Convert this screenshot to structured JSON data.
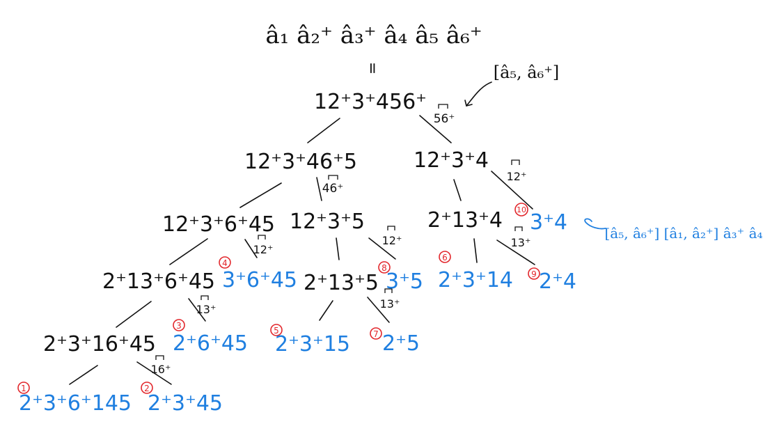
{
  "header": {
    "expression": "â₁ â₂⁺ â₃⁺ â₄ â₅ â₆⁺",
    "equals": "="
  },
  "top_annotation": "[â₅, â₆⁺]",
  "side_annotation": "[â₅, â₆⁺] [â₁, â₂⁺] â₃⁺ â₄",
  "nodes": {
    "root": "12⁺3⁺456⁺",
    "l1_left": "12⁺3⁺46⁺5",
    "l1_right": "12⁺3⁺4",
    "l2_a": "12⁺3⁺6⁺45",
    "l2_b": "12⁺3⁺5",
    "l2_c": "2⁺13⁺4",
    "l3_a": "2⁺13⁺6⁺45",
    "l3_b": "2⁺13⁺5",
    "l4_a": "2⁺3⁺16⁺45"
  },
  "contractions": {
    "c56": "56⁺",
    "c46": "46⁺",
    "c12a": "12⁺",
    "c12b": "12⁺",
    "c12c": "12⁺",
    "c13a": "13⁺",
    "c13b": "13⁺",
    "c13c": "13⁺",
    "c16": "16⁺"
  },
  "results": [
    {
      "num": "1",
      "text": "2⁺3⁺6⁺145"
    },
    {
      "num": "2",
      "text": "2⁺3⁺45"
    },
    {
      "num": "3",
      "text": "2⁺6⁺45"
    },
    {
      "num": "4",
      "text": "3⁺6⁺45"
    },
    {
      "num": "5",
      "text": "2⁺3⁺15"
    },
    {
      "num": "6",
      "text": "2⁺3⁺14"
    },
    {
      "num": "7",
      "text": "2⁺5"
    },
    {
      "num": "8",
      "text": "3⁺5"
    },
    {
      "num": "9",
      "text": "2⁺4"
    },
    {
      "num": "10",
      "text": "3⁺4"
    }
  ],
  "colors": {
    "ink": "#111111",
    "result_blue": "#1f7fe0",
    "number_red": "#e2262b"
  }
}
